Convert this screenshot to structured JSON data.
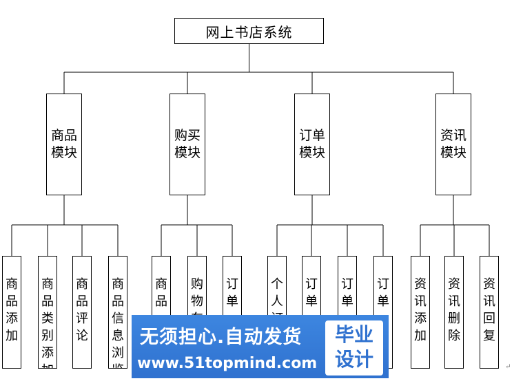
{
  "root": {
    "label": "网上书店系统"
  },
  "modules": [
    {
      "label": "商品模块",
      "children": [
        "商品添加",
        "商品类别添加",
        "商品评论",
        "商品信息浏览"
      ]
    },
    {
      "label": "购买模块",
      "children": [
        "商品",
        "购物车",
        "订单"
      ]
    },
    {
      "label": "订单模块",
      "children": [
        "个人订单",
        "订单",
        "订单",
        "订单"
      ]
    },
    {
      "label": "资讯模块",
      "children": [
        "资讯添加",
        "资讯删除",
        "资讯回复"
      ]
    }
  ],
  "watermark": {
    "slogan": "无须担心.自动发货",
    "url": "www.51topmind.com",
    "badge_line1": "毕业",
    "badge_line2": "设计"
  },
  "return_mark": "↵"
}
